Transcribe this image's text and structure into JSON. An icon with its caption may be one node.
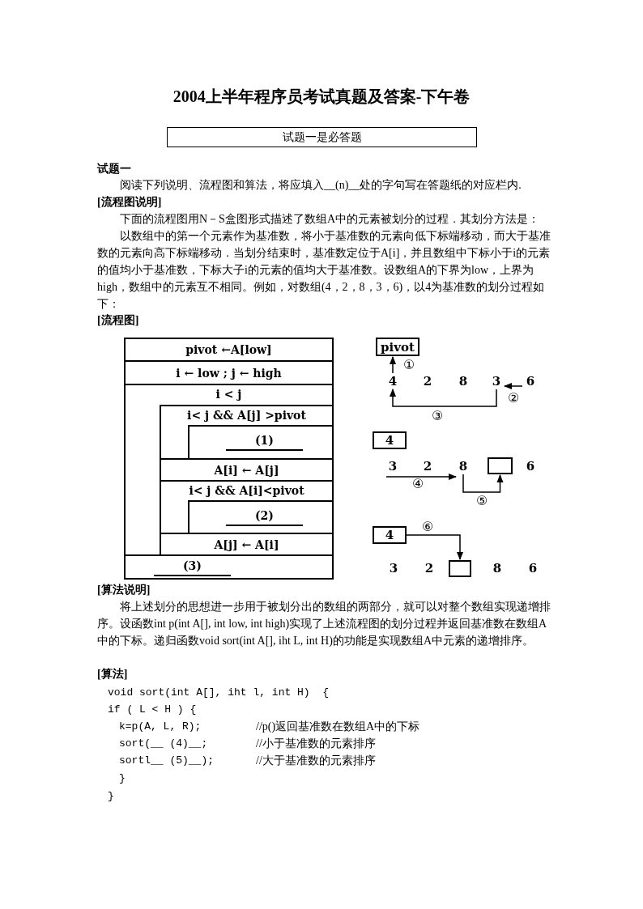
{
  "diagram": {
    "title": "2004上半年程序员考试真题及答案-下午卷",
    "nodes": [
      {
        "text": [
          "试题一是必答题"
        ]
      },
      {
        "text": [
          "pivot ←A[low]"
        ]
      },
      {
        "text": [
          "i ← low ; j ← high"
        ]
      },
      {
        "text": [
          "i < j"
        ]
      },
      {
        "text": [
          "i< j && A[j] >pivot"
        ],
        "in": 3
      },
      {
        "text": [
          "(1)"
        ],
        "in": 4
      },
      {
        "text": [
          "A[i] ← A[j]"
        ],
        "in": 3
      },
      {
        "text": [
          "i< j && A[i]<pivot"
        ],
        "in": 3
      },
      {
        "text": [
          "(2)"
        ],
        "in": 7
      },
      {
        "text": [
          "A[j] ← A[i]"
        ],
        "in": 3
      },
      {
        "text": [
          "(3)"
        ]
      },
      {
        "text": [
          "pivot"
        ]
      },
      {
        "text": [
          "4"
        ]
      },
      {
        "text": [
          "2"
        ]
      },
      {
        "text": [
          "8"
        ]
      },
      {
        "text": [
          "3"
        ]
      },
      {
        "text": [
          "6"
        ]
      },
      {
        "text": [
          "4"
        ]
      },
      {
        "text": [
          "3"
        ]
      },
      {
        "text": [
          "2"
        ]
      },
      {
        "text": [
          "8"
        ]
      },
      {
        "text": [],
        "shape": "box"
      },
      {
        "text": [
          "6"
        ]
      },
      {
        "text": [
          "4"
        ]
      },
      {
        "text": [
          "3"
        ]
      },
      {
        "text": [
          "2"
        ]
      },
      {
        "text": [],
        "shape": "box"
      },
      {
        "text": [
          "8"
        ]
      },
      {
        "text": [
          "6"
        ]
      }
    ],
    "edges": [
      {
        "from": 12,
        "to": 11,
        "arrow": "to",
        "label": "①"
      },
      {
        "from": 16,
        "to": 15,
        "arrow": "to",
        "label": "②"
      },
      {
        "from": 15,
        "to": 12,
        "arrow": "to",
        "label": "③"
      },
      {
        "from": 18,
        "to": 20,
        "arrow": "to",
        "label": "④"
      },
      {
        "from": 20,
        "to": 21,
        "arrow": "to",
        "label": "⑤"
      },
      {
        "from": 23,
        "to": 26,
        "arrow": "to",
        "label": "⑥"
      }
    ],
    "labels": [
      "试题一",
      "阅读下列说明、流程图和算法，将应填入__(n)__处的字句写在答题纸的对应栏内.",
      "[流程图说明]",
      "下面的流程图用N－S盒图形式描述了数组A中的元素被划分的过程．其划分方法是：",
      "以数组中的第一个元素作为基准数，将小于基准数的元素向低下标端移动，而大于基准数的元素向高下标端移动．当划分结束时，基准数定位于A[i]，并且数组中下标小于i的元素的值均小于基准数，下标大子i的元素的值均大于基准数。设数组A的下界为low，上界为high，数组中的元素互不相同。例如，对数组(4，2，8，3，6)，以4为基准数的划分过程如下：",
      "[流程图]",
      "[算法说明]",
      "将上述划分的思想进一步用于被划分出的数组的两部分，就可以对整个数组实现递增排序。设函数int p(int A[], int low, int high)实现了上述流程图的划分过程并返回基准数在数组A中的下标。递归函数void sort(int A[], iht L, int H)的功能是实现数组A中元素的递增排序。",
      "[算法]",
      "void sort(int A[], iht l, int H)  {",
      "if ( L < H ) {",
      "k=p(A, L, R);",
      "//p()返回基准数在数组A中的下标",
      "sort(__ (4)__;",
      "//小于基准数的元素排序",
      "sortl__ (5)__);",
      "//大于基准数的元素排序",
      "}",
      "}"
    ]
  }
}
